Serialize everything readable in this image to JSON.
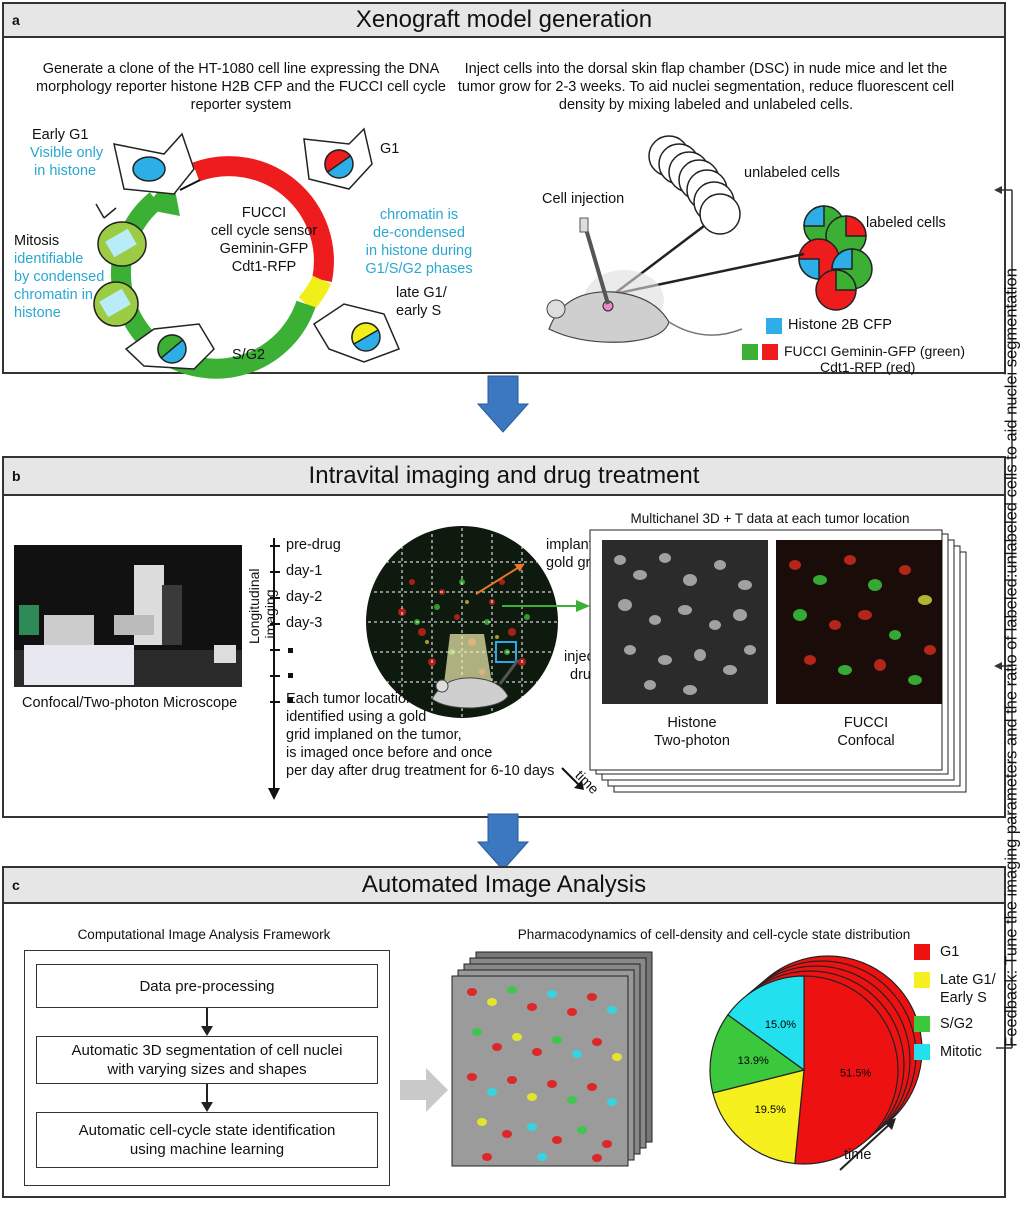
{
  "panel_a": {
    "letter": "a",
    "title": "Xenograft model generation",
    "left_text": "Generate a clone of the HT-1080 cell line expressing the DNA morphology reporter histone H2B CFP and the FUCCI cell cycle reporter system",
    "right_text": "Inject cells into the dorsal skin flap chamber (DSC) in nude mice and let the tumor grow for 2-3 weeks. To aid nuclei segmentation, reduce fluorescent cell density by mixing labeled and unlabeled cells.",
    "early_g1": "Early G1",
    "visible_only_1": "Visible only",
    "visible_only_2": "in histone",
    "g1": "G1",
    "mitosis": "Mitosis",
    "mitosis_note_1": "identifiable",
    "mitosis_note_2": "by condensed",
    "mitosis_note_3": "chromatin in",
    "mitosis_note_4": "histone",
    "fucci_1": "FUCCI",
    "fucci_2": "cell cycle sensor",
    "fucci_3": "Geminin-GFP",
    "fucci_4": "Cdt1-RFP",
    "chromatin_1": "chromatin is",
    "chromatin_2": "de-condensed",
    "chromatin_3": "in histone during",
    "chromatin_4": "G1/S/G2 phases",
    "late_g1_1": "late G1/",
    "late_g1_2": "early S",
    "sg2": "S/G2",
    "unlabeled": "unlabeled cells",
    "cell_injection": "Cell injection",
    "labeled": "labeled cells",
    "legend_histone": "Histone 2B CFP",
    "legend_fucci_1": "FUCCI Geminin-GFP (green)",
    "legend_fucci_2": "Cdt1-RFP (red)"
  },
  "panel_b": {
    "letter": "b",
    "title": "Intravital imaging and drug treatment",
    "microscope_caption": "Confocal/Two-photon Microscope",
    "longitudinal_1": "Longitudinal",
    "longitudinal_2": "imaging",
    "timeline": [
      "pre-drug",
      "day-1",
      "day-2",
      "day-3"
    ],
    "implanted_1": "implanted",
    "implanted_2": "gold grid",
    "inject_1": "inject",
    "inject_2": "drug",
    "location_note": [
      "Each tumor location,",
      "identified using a gold",
      "grid implaned on the tumor,",
      "is imaged once before and once",
      "per day after drug treatment for 6-10 days"
    ],
    "multichannel": "Multichanel 3D + T data at each tumor location",
    "histone_1": "Histone",
    "histone_2": "Two-photon",
    "fucci_1": "FUCCI",
    "fucci_2": "Confocal",
    "time": "time"
  },
  "panel_c": {
    "letter": "c",
    "title": "Automated Image Analysis",
    "framework_title": "Computational Image Analysis Framework",
    "step1": "Data pre-processing",
    "step2_1": "Automatic 3D segmentation of cell nuclei",
    "step2_2": "with varying sizes and shapes",
    "step3_1": "Automatic cell-cycle state identification",
    "step3_2": "using machine learning",
    "pharma_title": "Pharmacodynamics of cell-density and cell-cycle state distribution",
    "time": "time"
  },
  "feedback": "Feedback: Tune the imaging parameters and the ratio of labeled:unlabeled cells to aid nuclei segmentation",
  "colors": {
    "red": "#ee1c1c",
    "green": "#3cb034",
    "yellow": "#f2ee1a",
    "cyan": "#2ad6e8",
    "blue_arrow": "#3b78c0"
  },
  "chart_data": {
    "type": "pie",
    "categories": [
      "G1",
      "Late G1/ Early S",
      "S/G2",
      "Mitotic"
    ],
    "values": [
      51.5,
      19.5,
      13.9,
      15.0
    ],
    "labels": [
      "51.5%",
      "19.5%",
      "13.9%",
      "15.0%"
    ],
    "colors": [
      "#ee1111",
      "#f5f01e",
      "#3cc83c",
      "#22e0ee"
    ],
    "legend": [
      "G1",
      "Late G1/\nEarly S",
      "S/G2",
      "Mitotic"
    ],
    "legend_position": "right"
  }
}
